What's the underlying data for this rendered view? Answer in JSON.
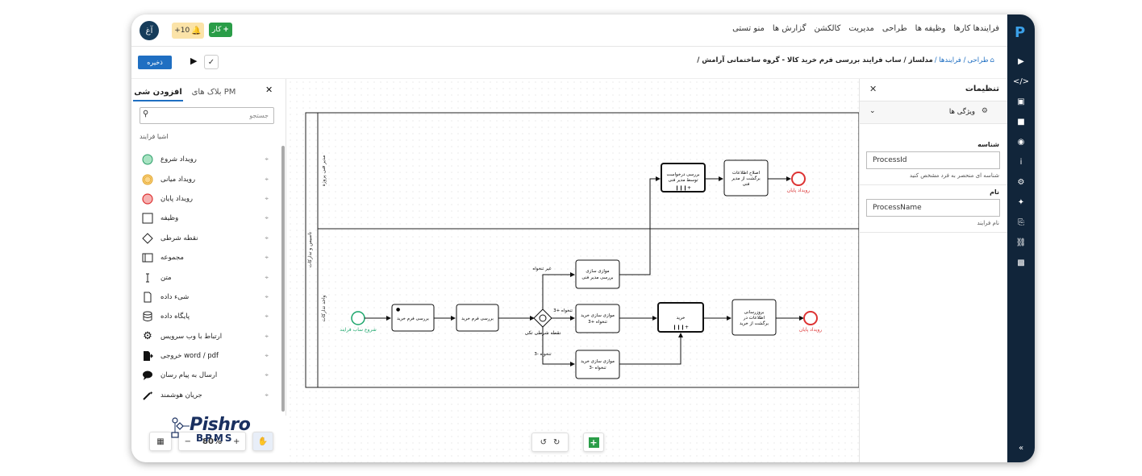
{
  "topbar": {
    "avatar": "آغ",
    "notif_count": "+10",
    "add_work": "کار",
    "nav": [
      "فرایندها کارها",
      "وظیفه ها",
      "طراحی",
      "مدیریت",
      "کالکشن",
      "گزارش ها",
      "منو تستی"
    ]
  },
  "toolbar": {
    "save": "ذخیره",
    "breadcrumb_home": "طراحی",
    "breadcrumb_1": "/ فرایندها /",
    "breadcrumb_2": "مدلساز / ساب فرایند بررسی فرم خرید کالا - گروه ساختمانی آرامش /"
  },
  "left_panel": {
    "tab_active": "افزودن شی",
    "tab": "بلاک های PM",
    "search_placeholder": "جستجو",
    "section": "اشیا فرایند",
    "items": [
      {
        "label": "رویداد شروع",
        "icon": "start-event-icon"
      },
      {
        "label": "رویداد میانی",
        "icon": "intermediate-event-icon"
      },
      {
        "label": "رویداد پایان",
        "icon": "end-event-icon"
      },
      {
        "label": "وظیفه",
        "icon": "task-icon"
      },
      {
        "label": "نقطه شرطی",
        "icon": "gateway-icon"
      },
      {
        "label": "مجموعه",
        "icon": "group-icon"
      },
      {
        "label": "متن",
        "icon": "text-cursor-icon"
      },
      {
        "label": "شیء داده",
        "icon": "data-object-icon"
      },
      {
        "label": "پایگاه داده",
        "icon": "database-icon"
      },
      {
        "label": "ارتباط با وب سرویس",
        "icon": "gear-icon"
      },
      {
        "label": "خروجی word / pdf",
        "icon": "export-icon"
      },
      {
        "label": "ارسال به پیام رسان",
        "icon": "chat-icon"
      },
      {
        "label": "جریان هوشمند",
        "icon": "magic-wand-icon"
      }
    ]
  },
  "right_panel": {
    "title": "تنظیمات",
    "section": "ویژگی ها",
    "id_label": "شناسه",
    "id_value": "ProcessId",
    "id_hint": "شناسه ای منحصر به فرد مشخص کنید",
    "name_label": "نام",
    "name_value": "ProcessName",
    "name_hint": "نام فرایند"
  },
  "diagram": {
    "pool_label": "تاسیس و تدارکات",
    "lane_top": "مدیر فنی پروژه",
    "lane_bottom": "واحد تدارکات",
    "start_event": "شروع ساب فرایند",
    "end_event_top": "رویداد پایان",
    "end_event_bottom": "رویداد پایان",
    "task_review_form": "بررسی فرم خرید",
    "task_review_form2": "بررسی فرم خرید",
    "gateway_label": "نقطه شرطی تکی",
    "flow_not_amount": "غیر تنخواه",
    "flow_amount_plus": "تنخواه +3",
    "flow_amount_minus": "تنخواه -3",
    "task_parallel_1a": "موازی سازی",
    "task_parallel_1b": "بررسی مدیر فنی",
    "task_parallel_2a": "موازی سازی خرید",
    "task_parallel_2b": "تنخواه +3",
    "task_parallel_3a": "موازی سازی خرید",
    "task_parallel_3b": "تنخواه -3",
    "task_manager_a": "بررسی درخواست",
    "task_manager_b": "توسط مدیر فنی",
    "task_fix_a": "اصلاح اطلاعات",
    "task_fix_b": "برگشت از مدیر",
    "task_fix_c": "فنی",
    "task_buy": "خرید",
    "task_update_a": "بروزرسانی",
    "task_update_b": "اطلاعات در",
    "task_update_c": "برگشت از خرید"
  },
  "bottom": {
    "zoom": "80%",
    "logo_main": "Pishro",
    "logo_sub": "BPMS"
  }
}
